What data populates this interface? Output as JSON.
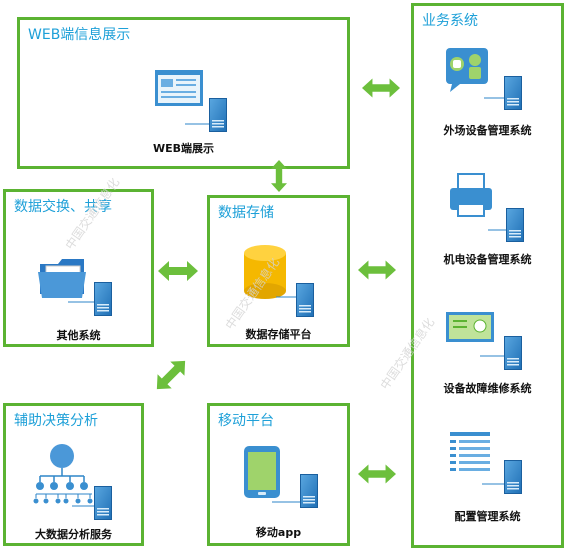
{
  "web": {
    "title": "WEB端信息展示",
    "caption": "WEB端展示"
  },
  "exchange": {
    "title": "数据交换、共享",
    "caption": "其他系统"
  },
  "storage": {
    "title": "数据存储",
    "caption": "数据存储平台"
  },
  "decision": {
    "title": "辅助决策分析",
    "caption": "大数据分析服务"
  },
  "mobile": {
    "title": "移动平台",
    "caption": "移动app"
  },
  "business": {
    "title": "业务系统",
    "items": [
      {
        "label": "外场设备管理系统"
      },
      {
        "label": "机电设备管理系统"
      },
      {
        "label": "设备故障维修系统"
      },
      {
        "label": "配置管理系统"
      }
    ]
  },
  "watermark": "中国交通信息化",
  "colors": {
    "border": "#5bb332",
    "title": "#1ea0d8",
    "arrow": "#6cbf3c",
    "icon_blue": "#2e86c9"
  }
}
